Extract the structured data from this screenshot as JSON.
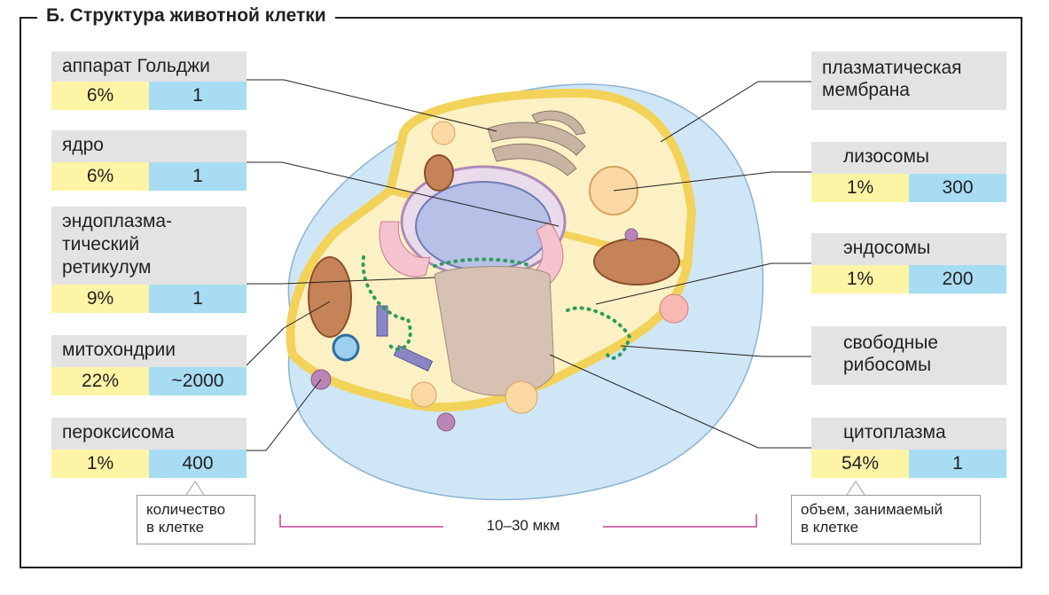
{
  "title": "Б. Структура животной клетки",
  "organelles_left": [
    {
      "name": "аппарат Гольджи",
      "volume": "6%",
      "count": "1"
    },
    {
      "name": "ядро",
      "volume": "6%",
      "count": "1"
    },
    {
      "name_lines": [
        "эндоплазма-",
        "тический",
        "ретикулум"
      ],
      "volume": "9%",
      "count": "1"
    },
    {
      "name": "митохондрии",
      "volume": "22%",
      "count": "~2000"
    },
    {
      "name": "пероксисома",
      "volume": "1%",
      "count": "400"
    }
  ],
  "organelles_right": [
    {
      "name_lines": [
        "плазматическая",
        "мембрана"
      ]
    },
    {
      "name": "лизосомы",
      "volume": "1%",
      "count": "300"
    },
    {
      "name": "эндосомы",
      "volume": "1%",
      "count": "200"
    },
    {
      "name_lines": [
        "свободные",
        "рибосомы"
      ]
    },
    {
      "name": "цитоплазма",
      "volume": "54%",
      "count": "1"
    }
  ],
  "legend": {
    "count_note": [
      "количество",
      "в клетке"
    ],
    "volume_note": [
      "объем, занимаемый",
      "в клетке"
    ]
  },
  "scale_label": "10–30 мкм",
  "colors": {
    "volume_fill": "#fdf4a6",
    "count_fill": "#a7dcf2",
    "label_fill": "#e3e3e4",
    "cell_fluid": "#cfe6f6",
    "cytoplasm": "#fbf1c4",
    "membrane": "#f3d25a",
    "scale_line": "#c2449a"
  }
}
